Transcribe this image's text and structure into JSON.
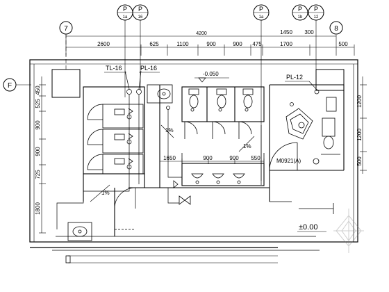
{
  "drawing": {
    "top_dimension_total": "4200",
    "dims_top_row": [
      "2600",
      "625",
      "1100",
      "900",
      "900",
      "475",
      "1700",
      "500"
    ],
    "dims_top_extra": [
      "1450",
      "300"
    ],
    "dims_left": [
      "450",
      "525",
      "900",
      "900",
      "725",
      "1800"
    ],
    "dims_right": [
      "1200",
      "1200",
      "500"
    ],
    "dims_inner_row": [
      "1650",
      "900",
      "900",
      "550"
    ],
    "grid_axes": {
      "left_top": "7",
      "right_top": "8",
      "left_side": "F"
    },
    "pipe_markers": [
      {
        "letter": "P",
        "sub": "1a"
      },
      {
        "letter": "P",
        "sub": "16"
      },
      {
        "letter": "P",
        "sub": "1a"
      },
      {
        "letter": "P",
        "sub": "1b"
      },
      {
        "letter": "P",
        "sub": "12"
      }
    ],
    "labels": {
      "tl16": "TL-16",
      "pl16": "PL-16",
      "pl12": "PL-12",
      "level": "-0.050",
      "slope_1": "1%",
      "slope_2": "1%",
      "slope_3": "1%",
      "door": "M0921(A)",
      "elevation": "±0.00"
    }
  }
}
